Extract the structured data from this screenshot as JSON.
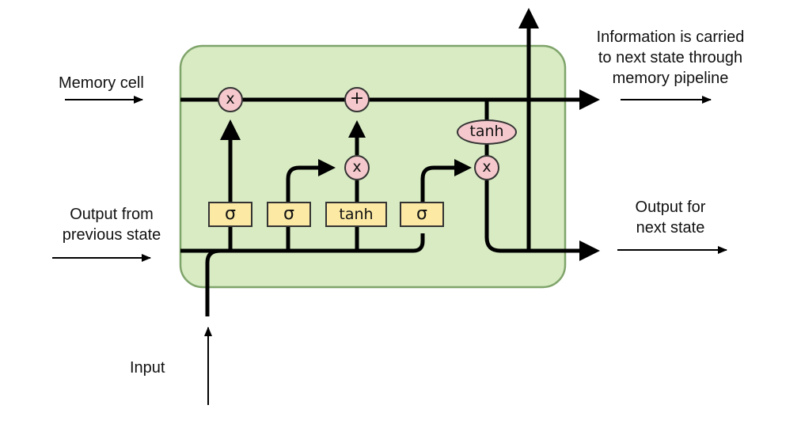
{
  "labels": {
    "memory_cell": "Memory cell",
    "info_carried_line1": "Information is carried",
    "info_carried_line2": "to next state through",
    "info_carried_line3": "memory pipeline",
    "output_prev_line1": "Output from",
    "output_prev_line2": "previous state",
    "output_next_line1": "Output for",
    "output_next_line2": "next state",
    "input": "Input"
  },
  "gates": {
    "forget": "σ",
    "input": "σ",
    "candidate": "tanh",
    "output": "σ"
  },
  "operations": {
    "forget_multiply": "x",
    "add": "+",
    "input_multiply": "x",
    "output_multiply": "x",
    "cell_tanh": "tanh"
  },
  "colors": {
    "cell_fill": "#d8ebc3",
    "cell_border": "#7fa46a",
    "gate_fill": "#fbe9a4",
    "op_fill": "#f4c8cc",
    "line": "#000000"
  }
}
